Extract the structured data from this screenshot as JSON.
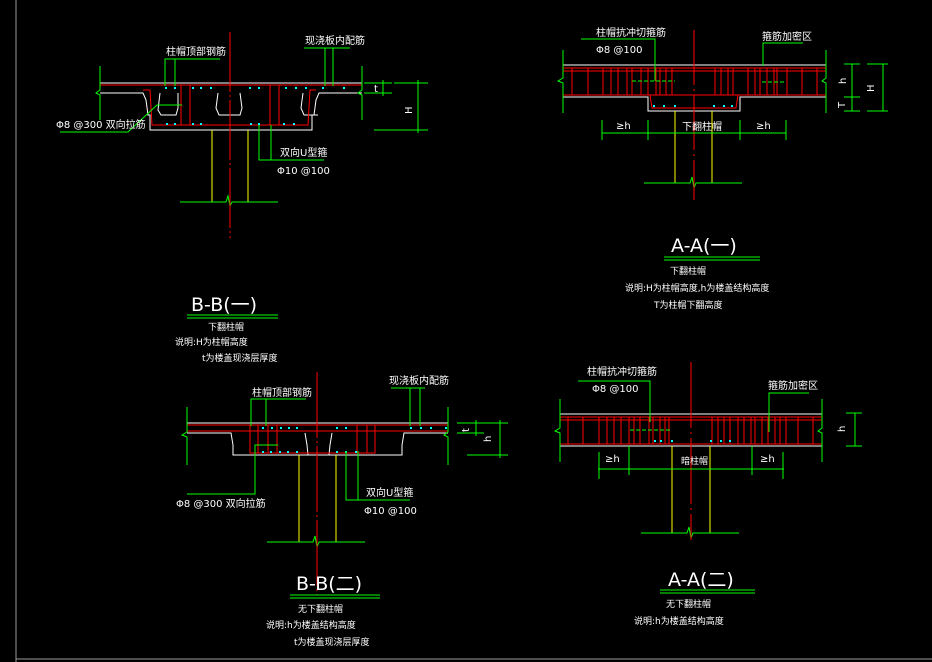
{
  "colors": {
    "background": "#000000",
    "rebar": "#ff0000",
    "leader": "#00ff00",
    "outline": "#ffffff",
    "column": "#ffff00",
    "bar_dot": "#00ffff",
    "frame": "#9a9a9a"
  },
  "sections": {
    "bb1": {
      "title": "B-B(一)",
      "label_top_rebar": "柱帽顶部钢筋",
      "label_slab_rebar": "现浇板内配筋",
      "label_tie": "Φ8 @300 双向拉筋",
      "label_u_stirrup": "双向U型箍",
      "label_u_spec": "Φ10 @100",
      "dim_t": "t",
      "dim_H": "H",
      "subtitle": "下翻柱帽",
      "note1": "说明:H为柱帽高度",
      "note2": "t为楼盖现浇层厚度"
    },
    "aa1": {
      "title": "A-A(一)",
      "label_punch": "柱帽抗冲切箍筋",
      "label_punch_spec": "Φ8 @100",
      "label_dense": "箍筋加密区",
      "label_cap": "下翻柱帽",
      "dim_ge_h_left": "≥h",
      "dim_ge_h_right": "≥h",
      "dim_h": "h",
      "dim_T": "T",
      "dim_H": "H",
      "subtitle": "下翻柱帽",
      "note1": "说明:H为柱帽高度,h为楼盖结构高度",
      "note2": "T为柱帽下翻高度"
    },
    "bb2": {
      "title": "B-B(二)",
      "label_top_rebar": "柱帽顶部钢筋",
      "label_slab_rebar": "现浇板内配筋",
      "label_tie": "Φ8 @300 双向拉筋",
      "label_u_stirrup": "双向U型箍",
      "label_u_spec": "Φ10 @100",
      "dim_t": "t",
      "dim_h": "h",
      "subtitle": "无下翻柱帽",
      "note1": "说明:h为楼盖结构高度",
      "note2": "t为楼盖现浇层厚度"
    },
    "aa2": {
      "title": "A-A(二)",
      "label_punch": "柱帽抗冲切箍筋",
      "label_punch_spec": "Φ8 @100",
      "label_dense": "箍筋加密区",
      "label_cap": "暗柱帽",
      "dim_ge_h_left": "≥h",
      "dim_ge_h_right": "≥h",
      "dim_h": "h",
      "subtitle": "无下翻柱帽",
      "note1": "说明:h为楼盖结构高度"
    }
  }
}
